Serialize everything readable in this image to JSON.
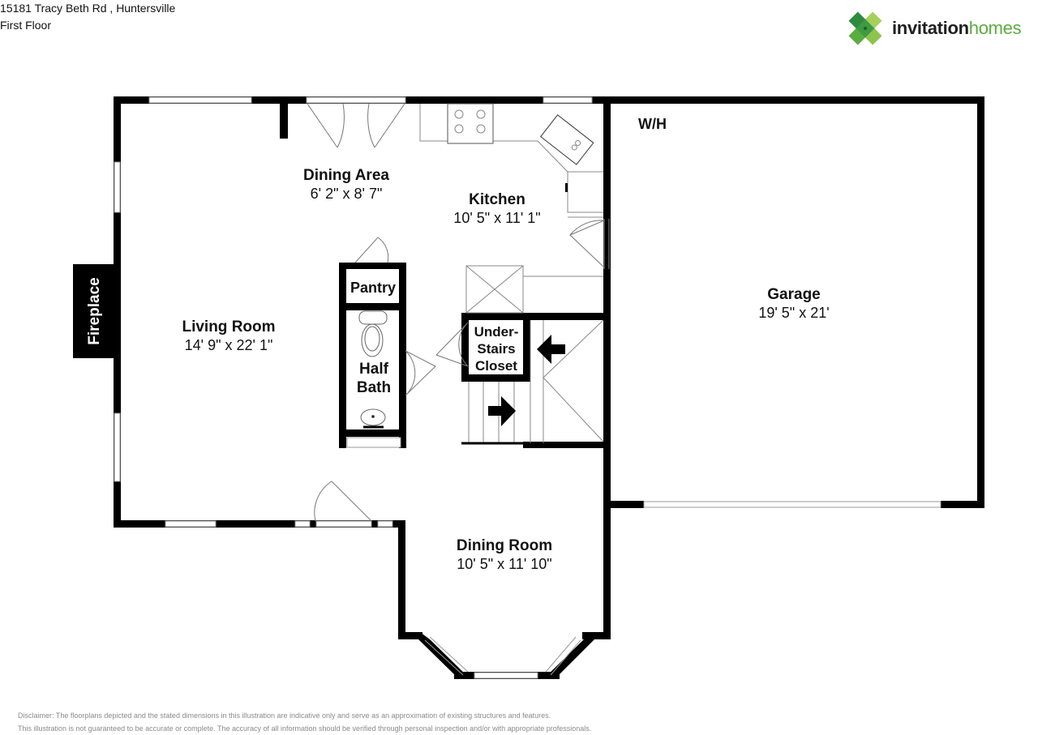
{
  "header": {
    "address": "15181 Tracy Beth Rd , Huntersville",
    "floor": "First Floor"
  },
  "brand": {
    "name_part1": "invitation",
    "name_part2": "homes",
    "icon": "clover-diamond-logo-icon",
    "colors": {
      "dark_green": "#2e8b3e",
      "mid_green": "#5aad3e",
      "light_green": "#a6d05a",
      "text_dark": "#1f1f1f"
    }
  },
  "rooms": [
    {
      "id": "living-room",
      "name": "Living Room",
      "dimensions": "14' 9\" x 22' 1\""
    },
    {
      "id": "dining-area",
      "name": "Dining Area",
      "dimensions": "6' 2\" x 8' 7\""
    },
    {
      "id": "kitchen",
      "name": "Kitchen",
      "dimensions": "10' 5\" x 11' 1\""
    },
    {
      "id": "garage",
      "name": "Garage",
      "dimensions": "19' 5\" x 21'"
    },
    {
      "id": "dining-room",
      "name": "Dining Room",
      "dimensions": "10' 5\" x 11' 10\""
    }
  ],
  "labels": {
    "pantry": "Pantry",
    "half_bath_line1": "Half",
    "half_bath_line2": "Bath",
    "closet_line1": "Under-",
    "closet_line2": "Stairs",
    "closet_line3": "Closet",
    "water_heater": "W/H",
    "fireplace": "Fireplace"
  },
  "disclaimer": {
    "line1": "Disclaimer: The floorplans depicted and the stated dimensions in this illustration are indicative only and serve as an approximation of existing structures and features.",
    "line2": "This illustration is not guaranteed to be accurate or complete. The accuracy of all information should be verified through personal inspection and/or with appropriate professionals."
  },
  "colors": {
    "wall": "#000000",
    "window": "#ffffff",
    "fixture_line": "#888888",
    "disclaimer_text": "#8a8a8a"
  }
}
